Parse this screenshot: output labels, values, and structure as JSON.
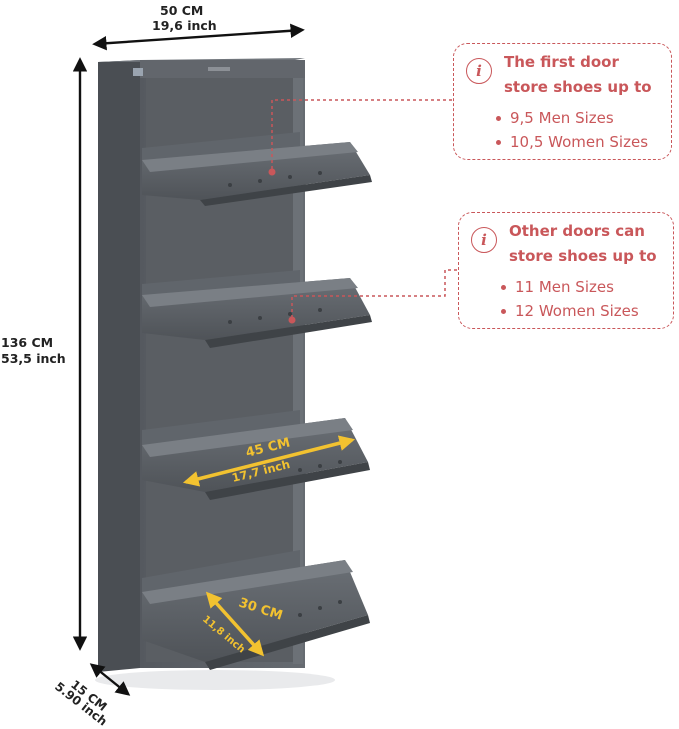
{
  "dimensions": {
    "width": {
      "metric": "50 CM",
      "imperial": "19,6 inch"
    },
    "height": {
      "metric": "136 CM",
      "imperial": "53,5 inch"
    },
    "depth": {
      "metric": "15 CM",
      "imperial": "5.90 inch"
    },
    "door_width": {
      "metric": "45 CM",
      "imperial": "17,7 inch"
    },
    "door_depth": {
      "metric": "30 CM",
      "imperial": "11,8 inch"
    }
  },
  "callouts": [
    {
      "title_line1": "The first door",
      "title_line2": "store shoes up to",
      "items": [
        "9,5 Men Sizes",
        "10,5 Women Sizes"
      ]
    },
    {
      "title_line1": "Other doors can",
      "title_line2": "store shoes up to",
      "items": [
        "11 Men Sizes",
        "12 Women Sizes"
      ]
    }
  ],
  "icons": {
    "callout": "info-icon"
  },
  "colors": {
    "cabinet": "#5d6268",
    "cabinet_dark": "#474b50",
    "accent": "#c9575a",
    "measure": "#f2c230"
  }
}
